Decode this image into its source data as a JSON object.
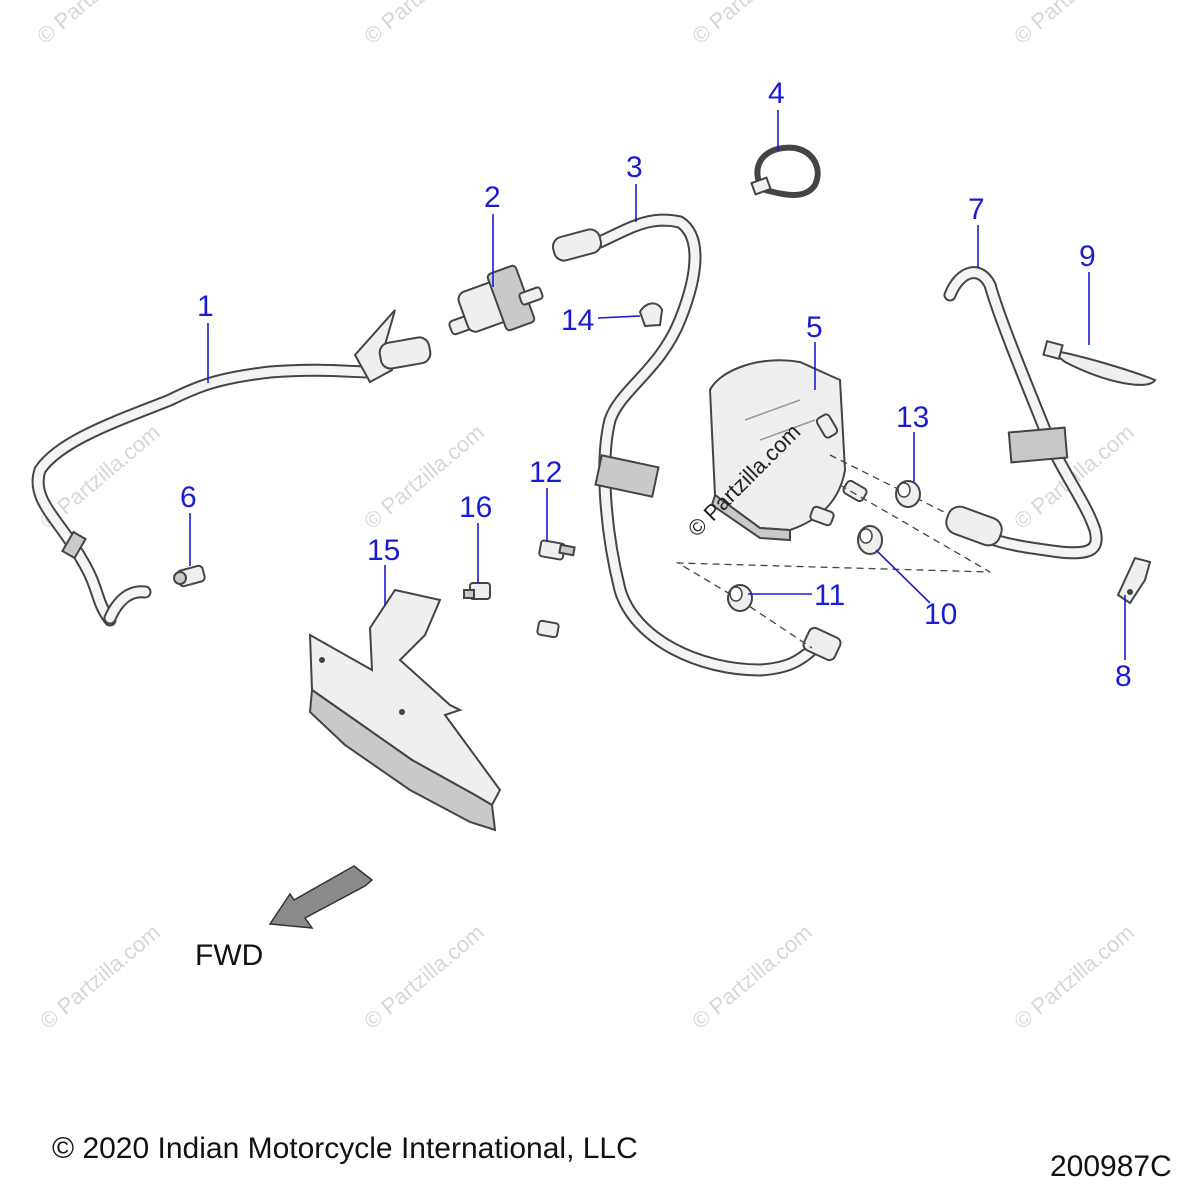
{
  "watermark": "© Partzilla.com",
  "canister_watermark": "© Partzilla.com",
  "direction_label": "FWD",
  "copyright": "© 2020 Indian Motorcycle International, LLC",
  "drawing_number": "200987C",
  "callouts": [
    "1",
    "2",
    "3",
    "4",
    "5",
    "6",
    "7",
    "8",
    "9",
    "10",
    "11",
    "12",
    "13",
    "14",
    "15",
    "16"
  ],
  "colors": {
    "callout": "#1b1bd6",
    "line": "#444444",
    "arrow": "#8a8a8a"
  }
}
